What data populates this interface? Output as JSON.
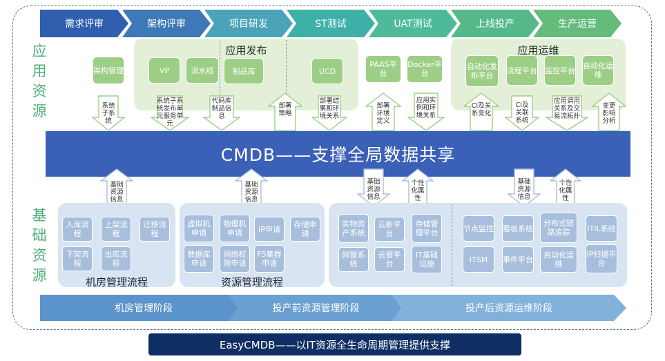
{
  "stages": [
    "需求评审",
    "架构评审",
    "项目研发",
    "ST测试",
    "UAT测试",
    "上线投产",
    "生产运营"
  ],
  "side_top": [
    "应",
    "用",
    "资",
    "源"
  ],
  "side_bottom": [
    "基",
    "础",
    "资",
    "源"
  ],
  "app_release": {
    "title": "应用发布",
    "items": [
      "VP",
      "流水线",
      "制品库",
      "UCD"
    ]
  },
  "app_ops": {
    "title": "应用运维",
    "items": [
      "自动化发布平台",
      "流程平台",
      "监控平台",
      "自动化运维"
    ]
  },
  "standalone": {
    "arch_mgmt": "架构管理",
    "paas": "PAAS平台",
    "docker": "Docker平台"
  },
  "down_arrows_top": [
    "系统子系统",
    "系统子系统发布单元服务单元",
    "代码库制品信息",
    "部署结果和环境关系",
    "应用实例和环境关系",
    "CI及关联系统",
    "应用调用关系及交易流拓扑"
  ],
  "up_arrows_top": [
    "部署策略",
    "部署环境定义",
    "CI及关系变化",
    "变更影响分析"
  ],
  "cmdb": "CMDB——支撑全局数据共享",
  "up_arrows_bottom": [
    "基础资源信息",
    "基础资源信息",
    "个性化属性",
    "个性化属性"
  ],
  "down_arrows_bottom": [
    "基础资源信息",
    "基础资源信息"
  ],
  "room_mgmt": {
    "title": "机房管理流程",
    "items": [
      "入库流程",
      "上架流程",
      "迁移流程",
      "下架流程",
      "出库流程"
    ]
  },
  "res_mgmt": {
    "title": "资源管理流程",
    "items": [
      "虚拟机申请",
      "物理机申请",
      "IP申请",
      "存储申请",
      "数据库申请",
      "网络权限申请",
      "F5集群申请"
    ]
  },
  "infra_mid": [
    "实物资产系统",
    "云新平台",
    "存储管理平台",
    "网管系统",
    "云管平台",
    "IT基础设施"
  ],
  "infra_right": [
    "节点监控",
    "看板系统",
    "分布式链路追踪",
    "ITIL系统",
    "ITSM",
    "事件平台",
    "自动化运维",
    "IP扫描平台"
  ],
  "phases": [
    "机房管理阶段",
    "投产前资源管理阶段",
    "投产后资源运维阶段"
  ],
  "banner": "EasyCMDB——以IT资源全生命周期管理提供支撑",
  "colors": {
    "stages": [
      "#2f5fae",
      "#3f78b8",
      "#4aa3b8",
      "#3fb0a8",
      "#4dbb9a",
      "#55b98a",
      "#64bb7c"
    ],
    "green_box": "#9ccf85",
    "blue_box": "#a7bfdc",
    "cmdb": "#3a60b8",
    "banner": "#0f2e63"
  }
}
